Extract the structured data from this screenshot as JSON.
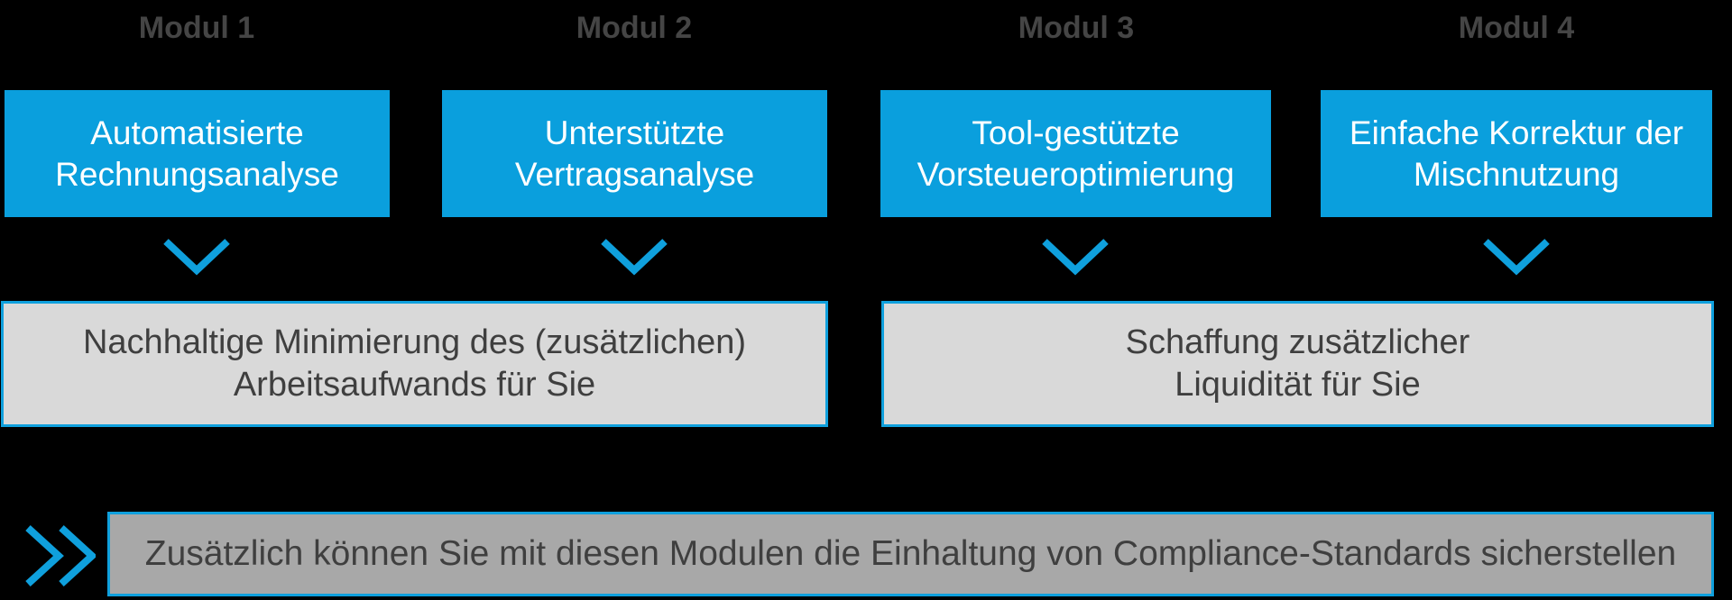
{
  "colors": {
    "background": "#000000",
    "accent_blue": "#0FA0DD",
    "blue_box_fill": "#0A9FDD",
    "light_gray_fill": "#D9D9D9",
    "mid_gray_fill": "#A8A8A8",
    "dark_text": "#3F3F3F",
    "label_text": "#454545",
    "white_text": "#FFFFFF"
  },
  "modules": [
    {
      "label": "Modul 1",
      "title": "Automatisierte\nRechnungsanalyse"
    },
    {
      "label": "Modul 2",
      "title": "Unterstützte\nVertragsanalyse"
    },
    {
      "label": "Modul 3",
      "title": "Tool-gestützte\nVorsteueroptimierung"
    },
    {
      "label": "Modul 4",
      "title": "Einfache Korrektur der\nMischnutzung"
    }
  ],
  "outcomes": [
    {
      "text": "Nachhaltige Minimierung des (zusätzlichen)\nArbeitsaufwands für Sie",
      "covers_modules": "Modul 1 + Modul 2"
    },
    {
      "text": "Schaffung zusätzlicher\nLiquidität für Sie",
      "covers_modules": "Modul 3 + Modul 4"
    }
  ],
  "footer": {
    "text": "Zusätzlich können Sie mit diesen Modulen die Einhaltung von Compliance-Standards sicherstellen"
  },
  "icons": {
    "arrow_down": "chevron-down-icon",
    "footer_marker": "double-chevron-right-icon"
  }
}
